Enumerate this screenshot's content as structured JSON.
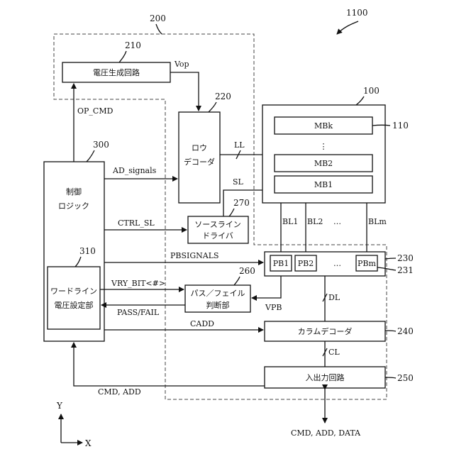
{
  "figure_ref": "1100",
  "regions": {
    "r200": "200"
  },
  "blocks": {
    "b210": {
      "ref": "210",
      "label": "電圧生成回路"
    },
    "b220": {
      "ref": "220",
      "label_line1": "ロウ",
      "label_line2": "デコーダ"
    },
    "b100": {
      "ref": "100",
      "ref_array": "110",
      "mbk": "MBk",
      "dots": "⋮",
      "mb2": "MB2",
      "mb1": "MB1"
    },
    "b300": {
      "ref": "300",
      "label_line1": "制御",
      "label_line2": "ロジック"
    },
    "b310": {
      "ref": "310",
      "label_line1": "ワードライン",
      "label_line2": "電圧設定部"
    },
    "b270": {
      "ref": "270",
      "label_line1": "ソースライン",
      "label_line2": "ドライバ"
    },
    "b230": {
      "ref": "230",
      "ref_pb": "231",
      "pb1": "PB1",
      "pb2": "PB2",
      "pbdots": "…",
      "pbm": "PBm"
    },
    "b260": {
      "ref": "260",
      "label_line1": "パス／フェイル",
      "label_line2": "判断部"
    },
    "b240": {
      "ref": "240",
      "label": "カラムデコーダ"
    },
    "b250": {
      "ref": "250",
      "label": "入出力回路"
    }
  },
  "signals": {
    "vop": "Vop",
    "op_cmd": "OP_CMD",
    "ll": "LL",
    "sl": "SL",
    "ad_signals": "AD_signals",
    "ctrl_sl": "CTRL_SL",
    "bl1": "BL1",
    "bl2": "BL2",
    "bldots": "…",
    "blm": "BLm",
    "pbsignals": "PBSIGNALS",
    "vry_bit": "VRY_BIT<#>",
    "pass_fail": "PASS/FAIL",
    "vpb": "VPB",
    "dl": "DL",
    "cadd": "CADD",
    "cl": "CL",
    "cmd_add": "CMD, ADD",
    "cmd_add_data": "CMD, ADD, DATA"
  },
  "axes": {
    "y": "Y",
    "x": "X"
  }
}
